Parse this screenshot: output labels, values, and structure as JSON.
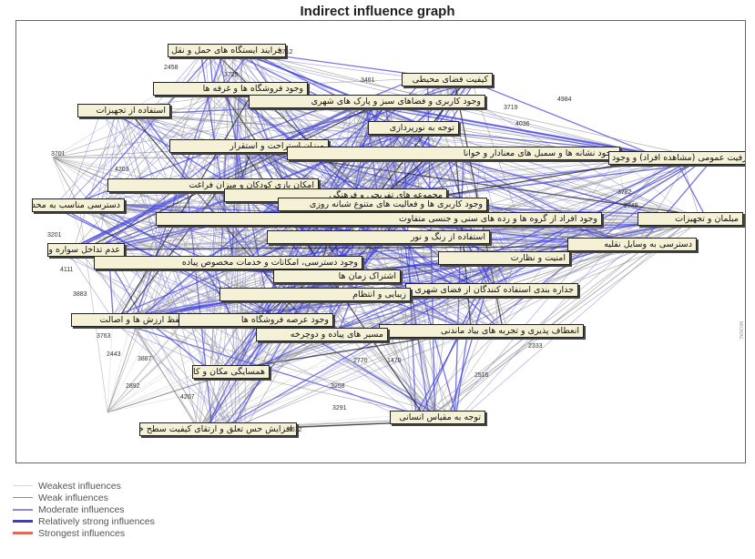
{
  "title": "Indirect influence graph",
  "nodes": [
    {
      "id": "n1",
      "label": "فرایند ایستگاه های حمل و نقل عمومی",
      "num": "3712"
    },
    {
      "id": "n2",
      "label": "کیفیت فضای محیطی"
    },
    {
      "id": "n3",
      "label": "وجود فروشگاه ها و غرفه ها"
    },
    {
      "id": "n4",
      "label": "وجود کاربری و فضاهای سبز و پارک های شهری"
    },
    {
      "id": "n5",
      "label": "استفاده از تجهیزات"
    },
    {
      "id": "n6",
      "label": "توجه به نورپردازی"
    },
    {
      "id": "n7",
      "label": "میزان استراحت و استقرار"
    },
    {
      "id": "n8",
      "label": "وجود نشانه ها و سمبل های معنادار و خوانا"
    },
    {
      "id": "n9",
      "label": "ظرفیت عمومی (مشاهده افراد) و وجود چهره به چهره"
    },
    {
      "id": "n10",
      "label": "امکان بازی کودکان و میزان فراغت"
    },
    {
      "id": "n11",
      "label": "مجموعه های تفریحی و فرهنگی"
    },
    {
      "id": "n12",
      "label": "وجود کاربری ها و فعالیت های متنوع شبانه روزی"
    },
    {
      "id": "n13",
      "label": "وجود افراد از گروه ها و رده های سنی و جنسی متفاوت"
    },
    {
      "id": "n14",
      "label": "دسترسی مناسب به محدوده"
    },
    {
      "id": "n15",
      "label": "مبلمان و تجهیزات"
    },
    {
      "id": "n16",
      "label": "استفاده از رنگ و نور"
    },
    {
      "id": "n17",
      "label": "دسترسی به وسایل نقلیه"
    },
    {
      "id": "n18",
      "label": "عدم تداخل سواره و پیاده"
    },
    {
      "id": "n19",
      "label": "وجود دسترسی، امکانات و خدمات مخصوص پیاده"
    },
    {
      "id": "n20",
      "label": "امنیت و نظارت"
    },
    {
      "id": "n21",
      "label": "اشتراک زمان ها"
    },
    {
      "id": "n22",
      "label": "جداره بندی استفاده کنندگان از فضای شهری"
    },
    {
      "id": "n23",
      "label": "زیبایی و انتظام"
    },
    {
      "id": "n24",
      "label": "حفظ ارزش ها و اصالت"
    },
    {
      "id": "n25",
      "label": "وجود عرصه فروشگاه ها"
    },
    {
      "id": "n26",
      "label": "انعطاف پذیری و تجربه های بیاد ماندنی"
    },
    {
      "id": "n27",
      "label": "مسیر های پیاده و دوچرخه"
    },
    {
      "id": "n28",
      "label": "همسایگی مکان و کاربری"
    },
    {
      "id": "n29",
      "label": "توجه به مقیاس انسانی"
    },
    {
      "id": "n30",
      "label": "افزایش حس تعلق و ارتقای کیفیت سطح خیابان",
      "num": "3612"
    }
  ],
  "numbers": [
    "2458",
    "3729",
    "3461",
    "4984",
    "3719",
    "4036",
    "3701",
    "4203",
    "3782",
    "2749",
    "3201",
    "4111",
    "3883",
    "3763",
    "2443",
    "3887",
    "2892",
    "4207",
    "3291",
    "2770",
    "1470",
    "2516",
    "2333",
    "3258"
  ],
  "legend": [
    {
      "label": "Weakest influences",
      "color": "#d8d8d8",
      "weight": 1
    },
    {
      "label": "Weak influences",
      "color": "#8e8e8e",
      "weight": 1
    },
    {
      "label": "Moderate influences",
      "color": "#8b8bd8",
      "weight": 1.5
    },
    {
      "label": "Relatively strong influences",
      "color": "#3a3ae0",
      "weight": 2.5
    },
    {
      "label": "Strongest influences",
      "color": "#e06a5a",
      "weight": 2.5
    }
  ],
  "side_text": "MICMAC"
}
